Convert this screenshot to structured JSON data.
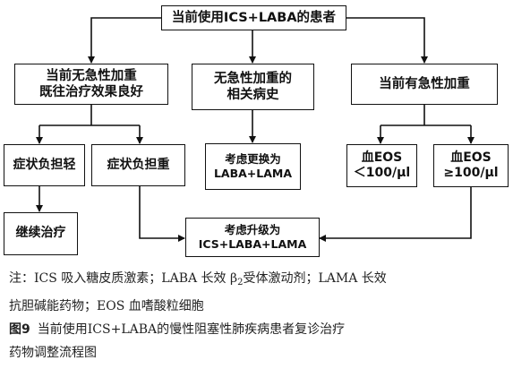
{
  "flowchart": {
    "root": "当前使用ICS+LABA的患者",
    "branch_left": [
      "当前无急性加重",
      "既往治疗效果良好"
    ],
    "branch_mid": [
      "无急性加重的",
      "相关病史"
    ],
    "branch_right": "当前有急性加重",
    "mild": "症状负担轻",
    "heavy": "症状负担重",
    "continue": "继续治疗",
    "switch": [
      "考虑更换为",
      "LABA+LAMA"
    ],
    "eos_low": [
      "血EOS",
      "＜100/μl"
    ],
    "eos_high": [
      "血EOS",
      "≥100/μl"
    ],
    "upgrade": [
      "考虑升级为",
      "ICS+LABA+LAMA"
    ]
  },
  "notes": {
    "line1_a": "注：ICS 吸入糖皮质激素；LABA 长效 β",
    "line1_sub": "2",
    "line1_b": "受体激动剂；LAMA 长效",
    "line2": "抗胆碱能药物；EOS 血嗜酸粒细胞",
    "fig_label": "图9",
    "caption1": "当前使用ICS+LABA的慢性阻塞性肺疾病患者复诊治疗",
    "caption2": "药物调整流程图"
  }
}
